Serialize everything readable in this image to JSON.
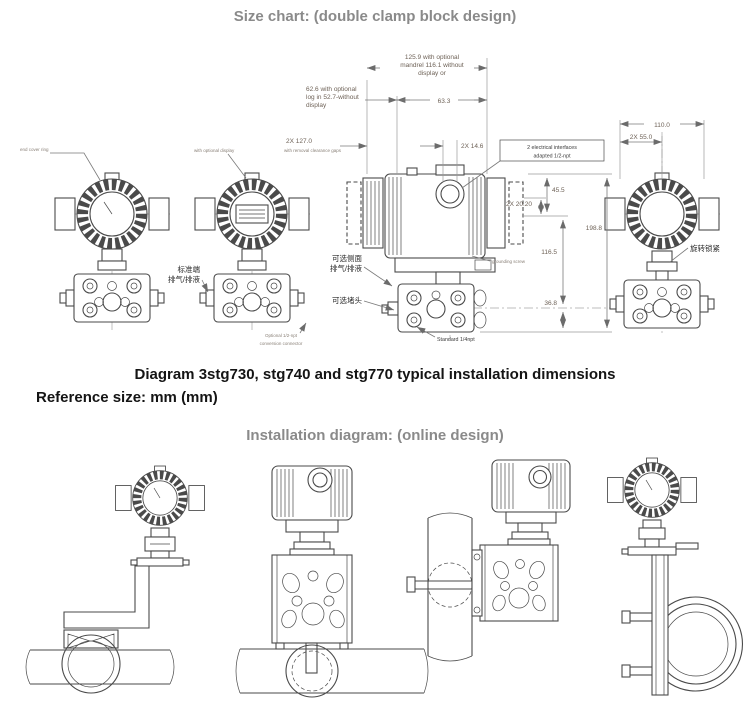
{
  "page": {
    "title_size_chart": "Size chart: (double clamp block design)",
    "caption_diagram": "Diagram 3stg730, stg740 and stg770 typical installation dimensions",
    "reference_size": "Reference size: mm (mm)",
    "title_installation": "Installation diagram: (online design)"
  },
  "colors": {
    "heading_gray": "#8a8a8a",
    "text_dark": "#141414",
    "drawing_line": "#4a4a4a",
    "dim_text": "#6e6257"
  },
  "size_chart": {
    "dims": {
      "d125_1": "125.9 with optional",
      "d125_2": "mandrel 116.1 without",
      "d125_3": "display or",
      "d62_1": "62.6 with optional",
      "d62_2": "log in 52.7-without",
      "d62_3": "display",
      "d63": "63.3",
      "d127": "2X 127.0",
      "d127_note": "with removal clearance gaps",
      "d14": "2X 14.6",
      "d110": "110.0",
      "d55": "2X 55.0",
      "d45": "45.5",
      "d20": "2X 20.20",
      "d198": "198.8",
      "d116": "116.5",
      "d36": "36.8"
    },
    "labels": {
      "end_cover": "end cover ring",
      "with_display": "with optional display",
      "elec_1": "2 electrical interfaces",
      "elec_2": "adapted 1/2-npt",
      "rotate_lock": "旋转锁紧",
      "grounding": "grounding screw",
      "std_vent_1": "标准端",
      "std_vent_2": "排气/排液",
      "side_vent_1": "可选侧面",
      "side_vent_2": "排气/排液",
      "opt_plug": "可选堵头",
      "opt_conn_1": "Optional 1/2-npt",
      "opt_conn_2": "conversion connector",
      "std_npt": "Standard 1/4npt"
    }
  }
}
